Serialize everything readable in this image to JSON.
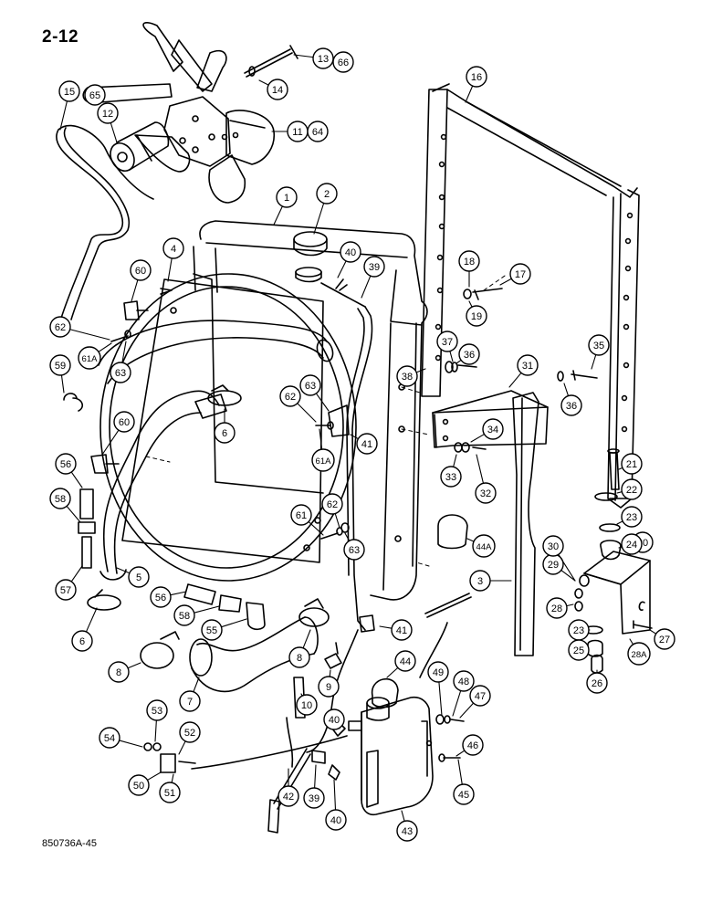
{
  "page_number": "2-12",
  "figure_code": "850736A-45",
  "callouts": [
    {
      "id": "c1",
      "label": "1"
    },
    {
      "id": "c2",
      "label": "2"
    },
    {
      "id": "c3",
      "label": "3"
    },
    {
      "id": "c4",
      "label": "4"
    },
    {
      "id": "c5",
      "label": "5"
    },
    {
      "id": "c6a",
      "label": "6"
    },
    {
      "id": "c6b",
      "label": "6"
    },
    {
      "id": "c7",
      "label": "7"
    },
    {
      "id": "c8a",
      "label": "8"
    },
    {
      "id": "c8b",
      "label": "8"
    },
    {
      "id": "c9",
      "label": "9"
    },
    {
      "id": "c10",
      "label": "10"
    },
    {
      "id": "c11",
      "label": "11"
    },
    {
      "id": "c64",
      "label": "64"
    },
    {
      "id": "c12",
      "label": "12"
    },
    {
      "id": "c65",
      "label": "65"
    },
    {
      "id": "c13",
      "label": "13"
    },
    {
      "id": "c66",
      "label": "66"
    },
    {
      "id": "c14",
      "label": "14"
    },
    {
      "id": "c15",
      "label": "15"
    },
    {
      "id": "c16",
      "label": "16"
    },
    {
      "id": "c17",
      "label": "17"
    },
    {
      "id": "c18",
      "label": "18"
    },
    {
      "id": "c19",
      "label": "19"
    },
    {
      "id": "c20",
      "label": "20"
    },
    {
      "id": "c21",
      "label": "21"
    },
    {
      "id": "c22",
      "label": "22"
    },
    {
      "id": "c23a",
      "label": "23"
    },
    {
      "id": "c23b",
      "label": "23"
    },
    {
      "id": "c24",
      "label": "24"
    },
    {
      "id": "c25",
      "label": "25"
    },
    {
      "id": "c26",
      "label": "26"
    },
    {
      "id": "c27",
      "label": "27"
    },
    {
      "id": "c28",
      "label": "28"
    },
    {
      "id": "c28a",
      "label": "28A"
    },
    {
      "id": "c29",
      "label": "29"
    },
    {
      "id": "c30",
      "label": "30"
    },
    {
      "id": "c31",
      "label": "31"
    },
    {
      "id": "c32",
      "label": "32"
    },
    {
      "id": "c33",
      "label": "33"
    },
    {
      "id": "c34",
      "label": "34"
    },
    {
      "id": "c35",
      "label": "35"
    },
    {
      "id": "c36a",
      "label": "36"
    },
    {
      "id": "c36b",
      "label": "36"
    },
    {
      "id": "c37",
      "label": "37"
    },
    {
      "id": "c38",
      "label": "38"
    },
    {
      "id": "c39a",
      "label": "39"
    },
    {
      "id": "c39b",
      "label": "39"
    },
    {
      "id": "c40a",
      "label": "40"
    },
    {
      "id": "c40b",
      "label": "40"
    },
    {
      "id": "c40c",
      "label": "40"
    },
    {
      "id": "c41a",
      "label": "41"
    },
    {
      "id": "c41b",
      "label": "41"
    },
    {
      "id": "c42",
      "label": "42"
    },
    {
      "id": "c43",
      "label": "43"
    },
    {
      "id": "c44",
      "label": "44"
    },
    {
      "id": "c44a",
      "label": "44A"
    },
    {
      "id": "c45",
      "label": "45"
    },
    {
      "id": "c46",
      "label": "46"
    },
    {
      "id": "c47",
      "label": "47"
    },
    {
      "id": "c48",
      "label": "48"
    },
    {
      "id": "c49",
      "label": "49"
    },
    {
      "id": "c50",
      "label": "50"
    },
    {
      "id": "c51",
      "label": "51"
    },
    {
      "id": "c52",
      "label": "52"
    },
    {
      "id": "c53",
      "label": "53"
    },
    {
      "id": "c54",
      "label": "54"
    },
    {
      "id": "c55",
      "label": "55"
    },
    {
      "id": "c56a",
      "label": "56"
    },
    {
      "id": "c56b",
      "label": "56"
    },
    {
      "id": "c57",
      "label": "57"
    },
    {
      "id": "c58a",
      "label": "58"
    },
    {
      "id": "c58b",
      "label": "58"
    },
    {
      "id": "c59",
      "label": "59"
    },
    {
      "id": "c60a",
      "label": "60"
    },
    {
      "id": "c60b",
      "label": "60"
    },
    {
      "id": "c61",
      "label": "61"
    },
    {
      "id": "c61a1",
      "label": "61A"
    },
    {
      "id": "c61a2",
      "label": "61A"
    },
    {
      "id": "c62a",
      "label": "62"
    },
    {
      "id": "c62b",
      "label": "62"
    },
    {
      "id": "c62c",
      "label": "62"
    },
    {
      "id": "c63a",
      "label": "63"
    },
    {
      "id": "c63b",
      "label": "63"
    },
    {
      "id": "c63c",
      "label": "63"
    }
  ]
}
